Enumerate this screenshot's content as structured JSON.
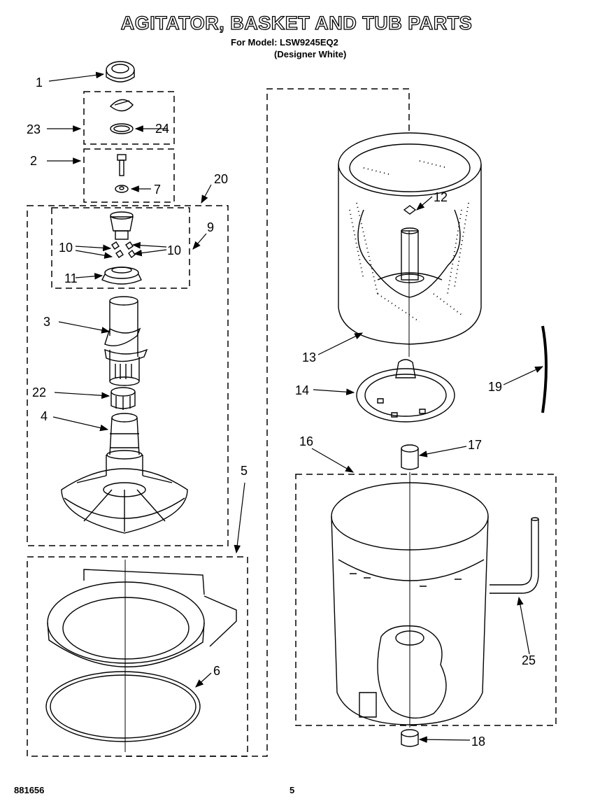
{
  "header": {
    "title": "AGITATOR, BASKET AND TUB PARTS",
    "model_line": "For Model: LSW9245EQ2",
    "variant_line": "(Designer White)"
  },
  "footer": {
    "doc_number": "881656",
    "page_number": "5"
  },
  "callouts": {
    "c1": "1",
    "c2": "2",
    "c3": "3",
    "c4": "4",
    "c5": "5",
    "c6": "6",
    "c7": "7",
    "c9": "9",
    "c10a": "10",
    "c10b": "10",
    "c11": "11",
    "c12": "12",
    "c13": "13",
    "c14": "14",
    "c16": "16",
    "c17": "17",
    "c18": "18",
    "c19": "19",
    "c20": "20",
    "c22": "22",
    "c23": "23",
    "c24": "24",
    "c25": "25"
  }
}
